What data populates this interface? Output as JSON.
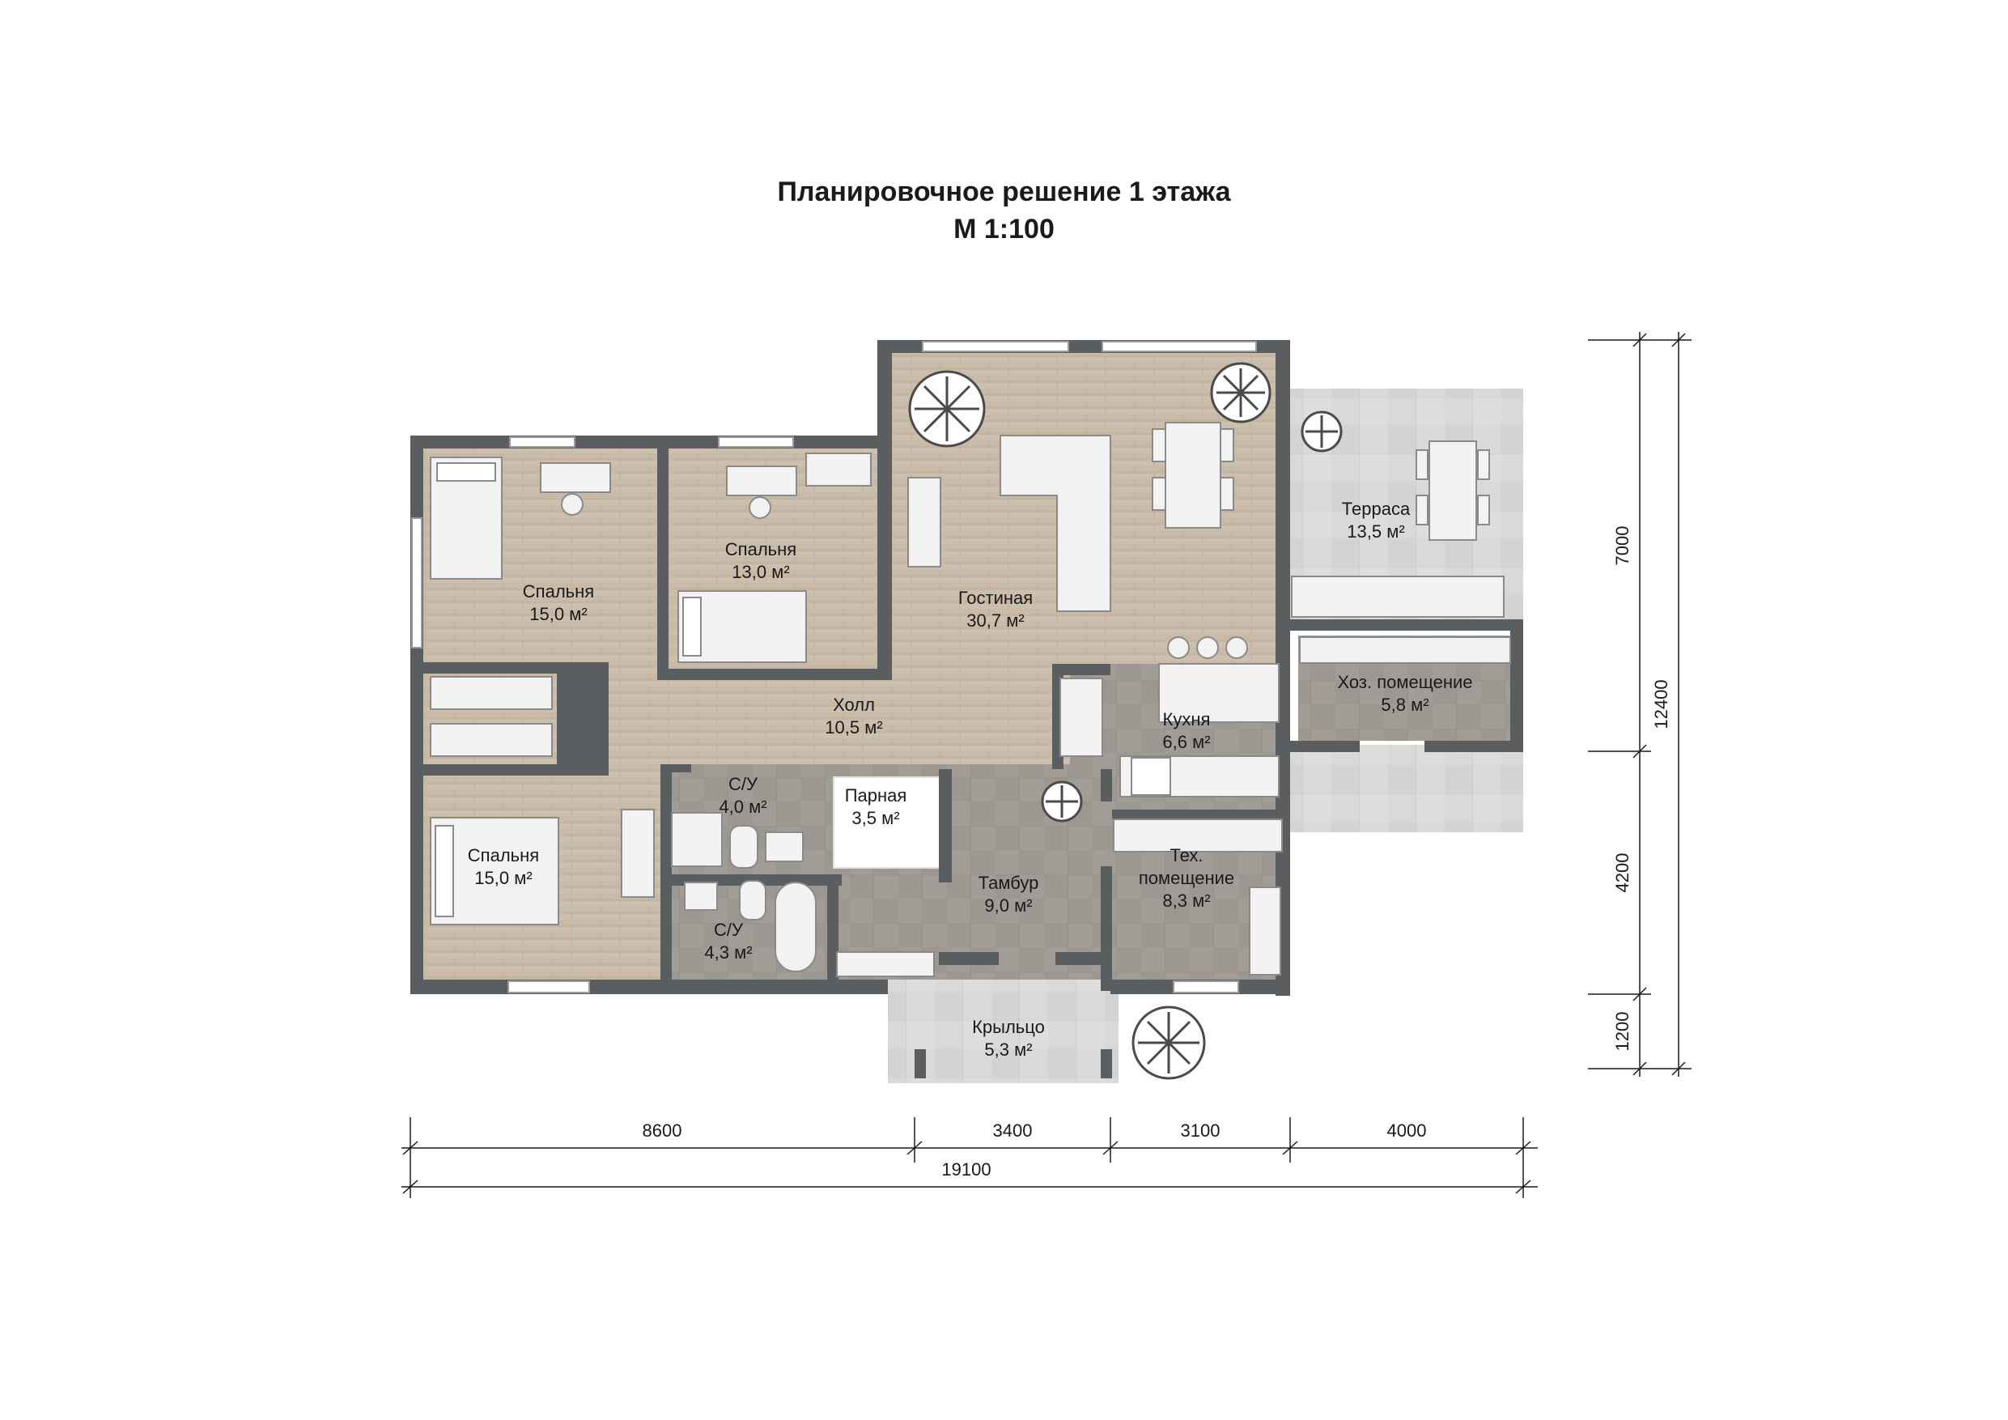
{
  "title": "Планировочное решение 1 этажа",
  "scale": "М 1:100",
  "colors": {
    "wall": "#5b5e60",
    "wood": "#cdbfae",
    "wood_dark": "#bfb09e",
    "tile": "#9d9791",
    "tile_dark": "#8d8882",
    "outdoor": "#d9d9d7",
    "furniture": "#f2f2f2",
    "text": "#1a1a1a"
  },
  "rooms": [
    {
      "id": "bedroom-1",
      "name": "Спальня",
      "area": "15,0 м²"
    },
    {
      "id": "bedroom-2",
      "name": "Спальня",
      "area": "13,0 м²"
    },
    {
      "id": "living",
      "name": "Гостиная",
      "area": "30,7 м²"
    },
    {
      "id": "terrace",
      "name": "Терраса",
      "area": "13,5 м²"
    },
    {
      "id": "hall",
      "name": "Холл",
      "area": "10,5 м²"
    },
    {
      "id": "storage",
      "name": "Хоз. помещение",
      "area": "5,8 м²"
    },
    {
      "id": "kitchen",
      "name": "Кухня",
      "area": "6,6 м²"
    },
    {
      "id": "wc-1",
      "name": "С/У",
      "area": "4,0 м²"
    },
    {
      "id": "sauna",
      "name": "Парная",
      "area": "3,5 м²"
    },
    {
      "id": "bedroom-3",
      "name": "Спальня",
      "area": "15,0 м²"
    },
    {
      "id": "vestibule",
      "name": "Тамбур",
      "area": "9,0 м²"
    },
    {
      "id": "tech",
      "name": "Тех.",
      "name2": "помещение",
      "area": "8,3 м²"
    },
    {
      "id": "wc-2",
      "name": "С/У",
      "area": "4,3 м²"
    },
    {
      "id": "porch",
      "name": "Крыльцо",
      "area": "5,3 м²"
    }
  ],
  "dimensions": {
    "horizontal": [
      "8600",
      "3400",
      "3100",
      "4000"
    ],
    "total_horizontal": "19100",
    "vertical": [
      "7000",
      "4200",
      "1200"
    ],
    "total_vertical": "12400"
  }
}
